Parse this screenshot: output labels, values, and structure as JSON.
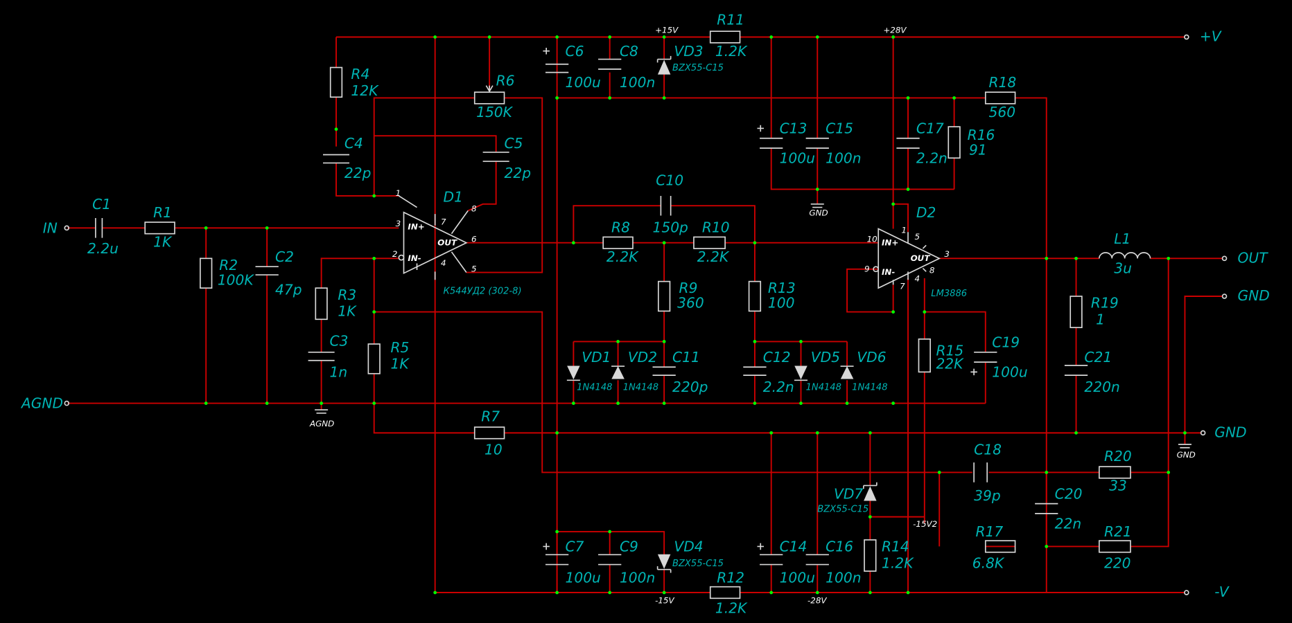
{
  "ports": {
    "in": "IN",
    "agnd": "AGND",
    "plus_v": "+V",
    "out": "OUT",
    "gnd1": "GND",
    "gnd2": "GND",
    "minus_v": "-V"
  },
  "rails": {
    "p15": "+15V",
    "p28": "+28V",
    "m15": "-15V",
    "m28": "-28V",
    "m15v2": "-15V2"
  },
  "grounds": {
    "agnd": "AGND",
    "gnd_a": "GND",
    "gnd_b": "GND"
  },
  "ics": {
    "d1": {
      "ref": "D1",
      "part": "К544УД2 (302-8)",
      "in_p": "IN+",
      "in_m": "IN-",
      "out": "OUT",
      "p1": "1",
      "p2": "2",
      "p3": "3",
      "p4": "4",
      "p5": "5",
      "p6": "6",
      "p7": "7",
      "p8": "8"
    },
    "d2": {
      "ref": "D2",
      "part": "LM3886",
      "in_p": "IN+",
      "in_m": "IN-",
      "out": "OUT",
      "p1": "1",
      "p3": "3",
      "p4": "4",
      "p5": "5",
      "p7": "7",
      "p8": "8",
      "p9": "9",
      "p10": "10"
    }
  },
  "components": {
    "C1": "2.2u",
    "R1": "1K",
    "R2": "100K",
    "C2": "47p",
    "R3": "1K",
    "C3": "1n",
    "R4": "12K",
    "C4": "22p",
    "R6": "150K",
    "C5": "22p",
    "R5": "1K",
    "R7": "10",
    "C6": "100u",
    "C8": "100n",
    "VD3": "BZX55-C15",
    "R11": "1.2K",
    "C10": "150p",
    "R8": "2.2K",
    "R10": "2.2K",
    "R9": "360",
    "R13": "100",
    "VD1": "1N4148",
    "VD2": "1N4148",
    "C11": "220p",
    "C12": "2.2n",
    "VD5": "1N4148",
    "VD6": "1N4148",
    "C13": "100u",
    "C15": "100n",
    "C17": "2.2n",
    "R16": "91",
    "R18": "560",
    "R15": "22K",
    "C19": "100u",
    "L1": "3u",
    "R19": "1",
    "C21": "220n",
    "C18": "39p",
    "R20": "33",
    "C20": "22n",
    "R17": "6.8K",
    "R21": "220",
    "VD7": "BZX55-C15",
    "R14": "1.2K",
    "C7": "100u",
    "C9": "100n",
    "VD4": "BZX55-C15",
    "R12": "1.2K",
    "C14": "100u",
    "C16": "100n"
  }
}
